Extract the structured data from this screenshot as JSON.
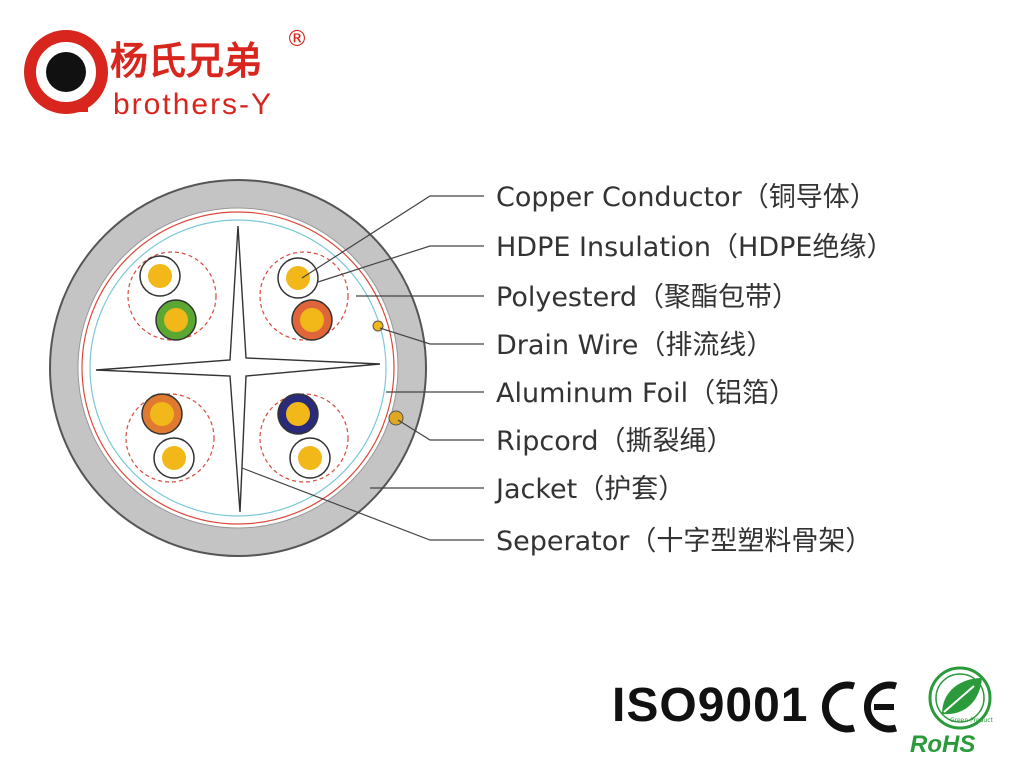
{
  "brand": {
    "name_cn": "杨氏兄弟",
    "name_en": "brothers-Y",
    "registered_mark": "®"
  },
  "diagram": {
    "components": [
      {
        "id": "copper-conductor",
        "label": "Copper  Conductor（铜导体）"
      },
      {
        "id": "hdpe-insulation",
        "label": "HDPE Insulation（HDPE绝缘）"
      },
      {
        "id": "polyester-tape",
        "label": "Polyesterd（聚酯包带）"
      },
      {
        "id": "drain-wire",
        "label": "Drain  Wire（排流线）"
      },
      {
        "id": "aluminum-foil",
        "label": "Aluminum Foil（铝箔）"
      },
      {
        "id": "ripcord",
        "label": "Ripcord（撕裂绳）"
      },
      {
        "id": "jacket",
        "label": "Jacket（护套）"
      },
      {
        "id": "separator",
        "label": "Seperator（十字型塑料骨架）"
      }
    ],
    "pairs": [
      {
        "id": "pair-top-left",
        "colors": [
          "#ffffff",
          "#5aa832"
        ]
      },
      {
        "id": "pair-top-right",
        "colors": [
          "#ffffff",
          "#e0663a"
        ]
      },
      {
        "id": "pair-bottom-left",
        "colors": [
          "#e07a30",
          "#ffffff"
        ]
      },
      {
        "id": "pair-bottom-right",
        "colors": [
          "#2a2a7a",
          "#ffffff"
        ]
      }
    ],
    "colors": {
      "jacket": "#c4c4c4",
      "jacket_stroke": "#555555",
      "conductor": "#f2b819",
      "shield_red": "#d94a3a",
      "foil_cyan": "#7cc8d8",
      "leader": "#444444",
      "brand_red": "#d8251e"
    }
  },
  "certifications": {
    "iso": "ISO9001",
    "ce": "CE",
    "rohs": "RoHS",
    "rohs_badge_text": "Green Product"
  }
}
